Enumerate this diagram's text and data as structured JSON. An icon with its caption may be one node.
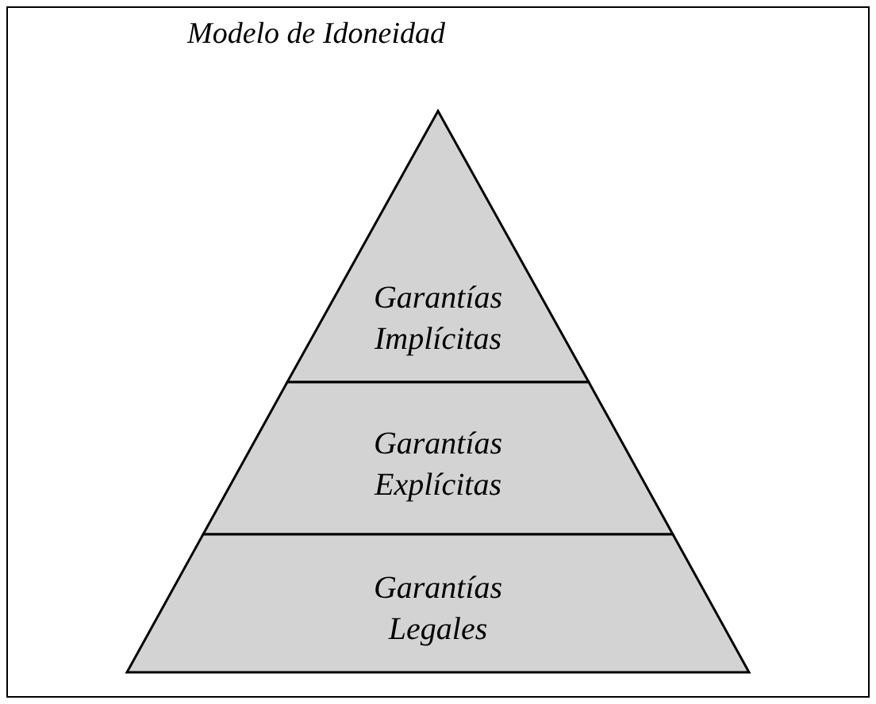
{
  "diagram": {
    "title": "Modelo de Idoneidad",
    "nodes": [
      {
        "text": [
          "Garantías Implícitas"
        ]
      },
      {
        "text": [
          "Garantías Explícitas"
        ]
      },
      {
        "text": [
          "Garantías Legales"
        ]
      }
    ]
  }
}
